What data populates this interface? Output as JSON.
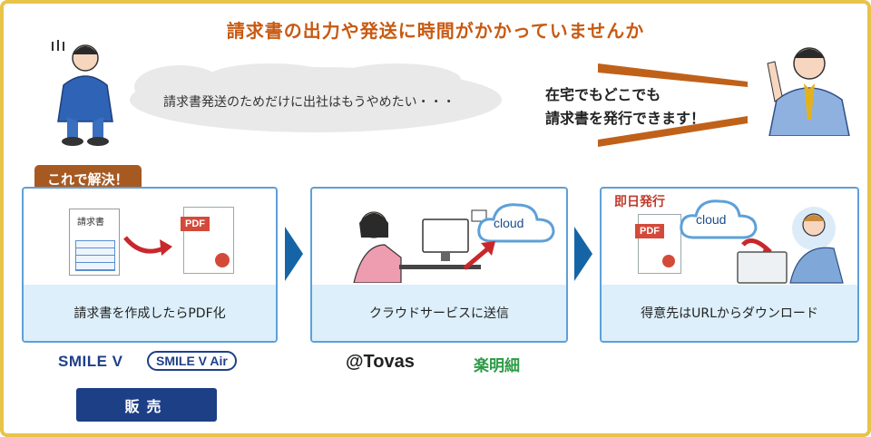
{
  "headline": "請求書の出力や発送に時間がかかっていませんか",
  "worry_bubble": "請求書発送のためだけに出社はもうやめたい・・・",
  "claim": {
    "line1": "在宅でもどこでも",
    "line2": "請求書を発行できます！"
  },
  "solution_tag": "これで解決！",
  "steps": [
    {
      "caption": "請求書を作成したらPDF化",
      "doc_title": "請求書",
      "pdf_label": "PDF"
    },
    {
      "caption": "クラウドサービスに送信",
      "cloud_label": "cloud"
    },
    {
      "caption": "得意先はURLからダウンロード",
      "instant_label": "即日発行",
      "pdf_label": "PDF",
      "cloud_label": "cloud"
    }
  ],
  "logos": {
    "smile": "SMILE V",
    "smile_air": "SMILE V Air",
    "sales_button": "販売",
    "tovas": "@Tovas",
    "rakumeisai": "楽明細"
  },
  "colors": {
    "frame": "#e8c34a",
    "headline": "#c85a12",
    "panel_border": "#5ea0d8",
    "caption_bg": "#dceffa",
    "arrow": "#1565a6",
    "tag": "#a65a22",
    "sales_button": "#1d3f86"
  }
}
